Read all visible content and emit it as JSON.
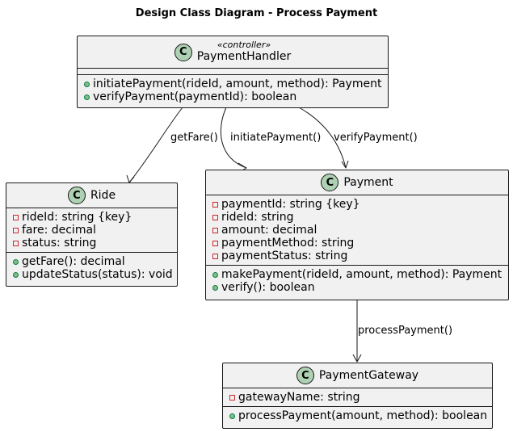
{
  "title": "Design Class Diagram - Process Payment",
  "classes": {
    "payment_handler": {
      "icon": "C",
      "stereotype": "«controller»",
      "name": "PaymentHandler",
      "methods": [
        "initiatePayment(rideId, amount, method): Payment",
        "verifyPayment(paymentId): boolean"
      ]
    },
    "ride": {
      "icon": "C",
      "name": "Ride",
      "attributes": [
        "rideId: string {key}",
        "fare: decimal",
        "status: string"
      ],
      "methods": [
        "getFare(): decimal",
        "updateStatus(status): void"
      ]
    },
    "payment": {
      "icon": "C",
      "name": "Payment",
      "attributes": [
        "paymentId: string {key}",
        "rideId: string",
        "amount: decimal",
        "paymentMethod: string",
        "paymentStatus: string"
      ],
      "methods": [
        "makePayment(rideId, amount, method): Payment",
        "verify(): boolean"
      ]
    },
    "payment_gateway": {
      "icon": "C",
      "name": "PaymentGateway",
      "attributes": [
        "gatewayName: string"
      ],
      "methods": [
        "processPayment(amount, method): boolean"
      ]
    }
  },
  "edges": {
    "get_fare": "getFare()",
    "initiate_payment": "initiatePayment()",
    "verify_payment": "verifyPayment()",
    "process_payment": "processPayment()"
  },
  "colors": {
    "class_fill": "#f1f1f1",
    "class_border": "#181818",
    "class_icon": "#add1b2",
    "private_marker": "#c82930",
    "public_marker": "#84be84"
  }
}
